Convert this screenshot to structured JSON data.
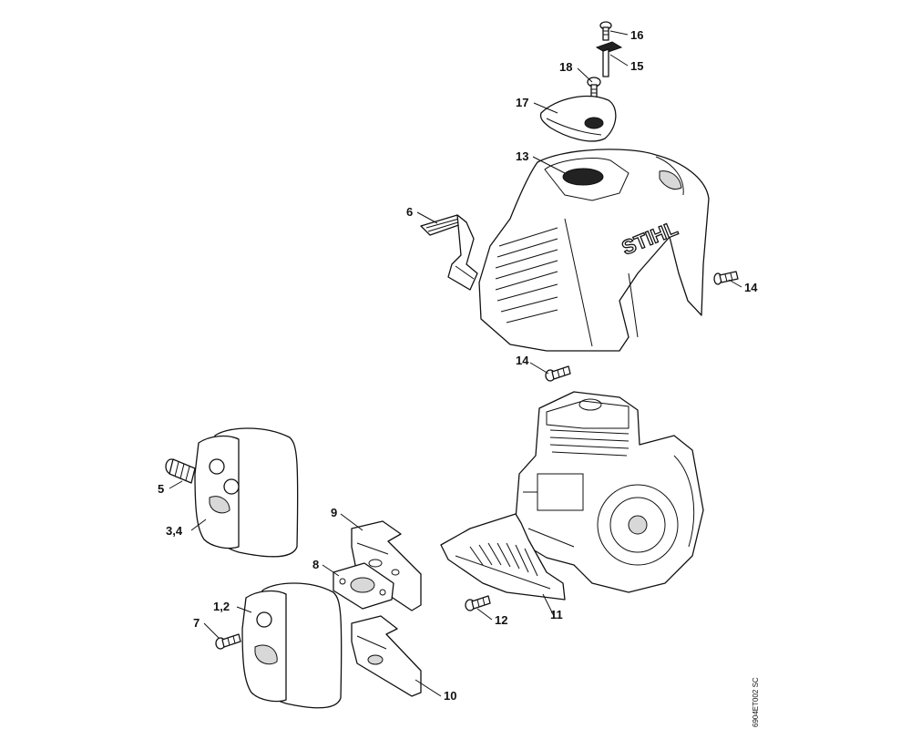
{
  "diagram": {
    "callouts": {
      "c16": "16",
      "c15": "15",
      "c18": "18",
      "c17": "17",
      "c13": "13",
      "c6": "6",
      "c14a": "14",
      "c14b": "14",
      "c5": "5",
      "c34": "3,4",
      "c9": "9",
      "c8": "8",
      "c12": "12",
      "c11": "11",
      "c12b": "1,2",
      "c7": "7",
      "c10": "10"
    },
    "brand_logo": "STIHL",
    "reference_code": "6904ET002 SC"
  }
}
